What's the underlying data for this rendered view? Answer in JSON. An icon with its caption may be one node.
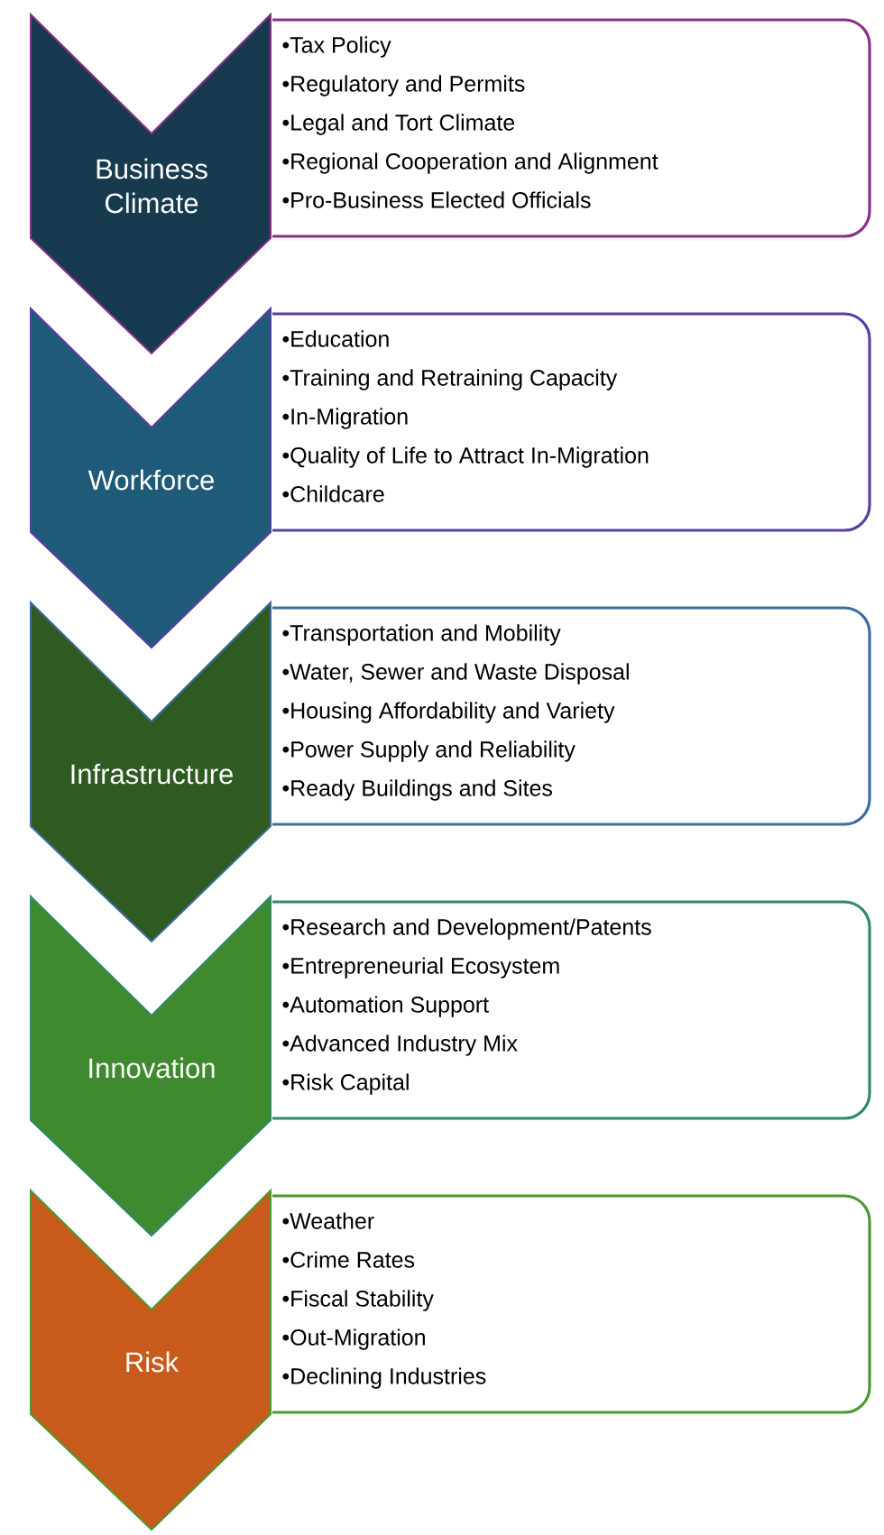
{
  "diagram": {
    "nodes": [
      {
        "text": [
          "Business Climate"
        ]
      },
      {
        "text": [
          "•Tax Policy",
          "•Regulatory and Permits",
          "•Legal and Tort Climate",
          "•Regional Cooperation and Alignment",
          "•Pro-Business Elected Officials"
        ]
      },
      {
        "text": [
          "Workforce"
        ]
      },
      {
        "text": [
          "•Education",
          "•Training and Retraining Capacity",
          "•In-Migration",
          "•Quality of Life to Attract In-Migration",
          "•Childcare"
        ]
      },
      {
        "text": [
          "Infrastructure"
        ]
      },
      {
        "text": [
          "•Transportation and Mobility",
          "•Water, Sewer and Waste Disposal",
          "•Housing Affordability and Variety",
          "•Power Supply and Reliability",
          "•Ready Buildings and Sites"
        ]
      },
      {
        "text": [
          "Innovation"
        ]
      },
      {
        "text": [
          "•Research and Development/Patents",
          "•Entrepreneurial Ecosystem",
          "•Automation Support",
          "•Advanced Industry Mix",
          "•Risk Capital"
        ]
      },
      {
        "text": [
          "Risk"
        ]
      },
      {
        "text": [
          "•Weather",
          "•Crime Rates",
          "•Fiscal Stability",
          "•Out-Migration",
          "•Declining Industries"
        ]
      }
    ]
  }
}
